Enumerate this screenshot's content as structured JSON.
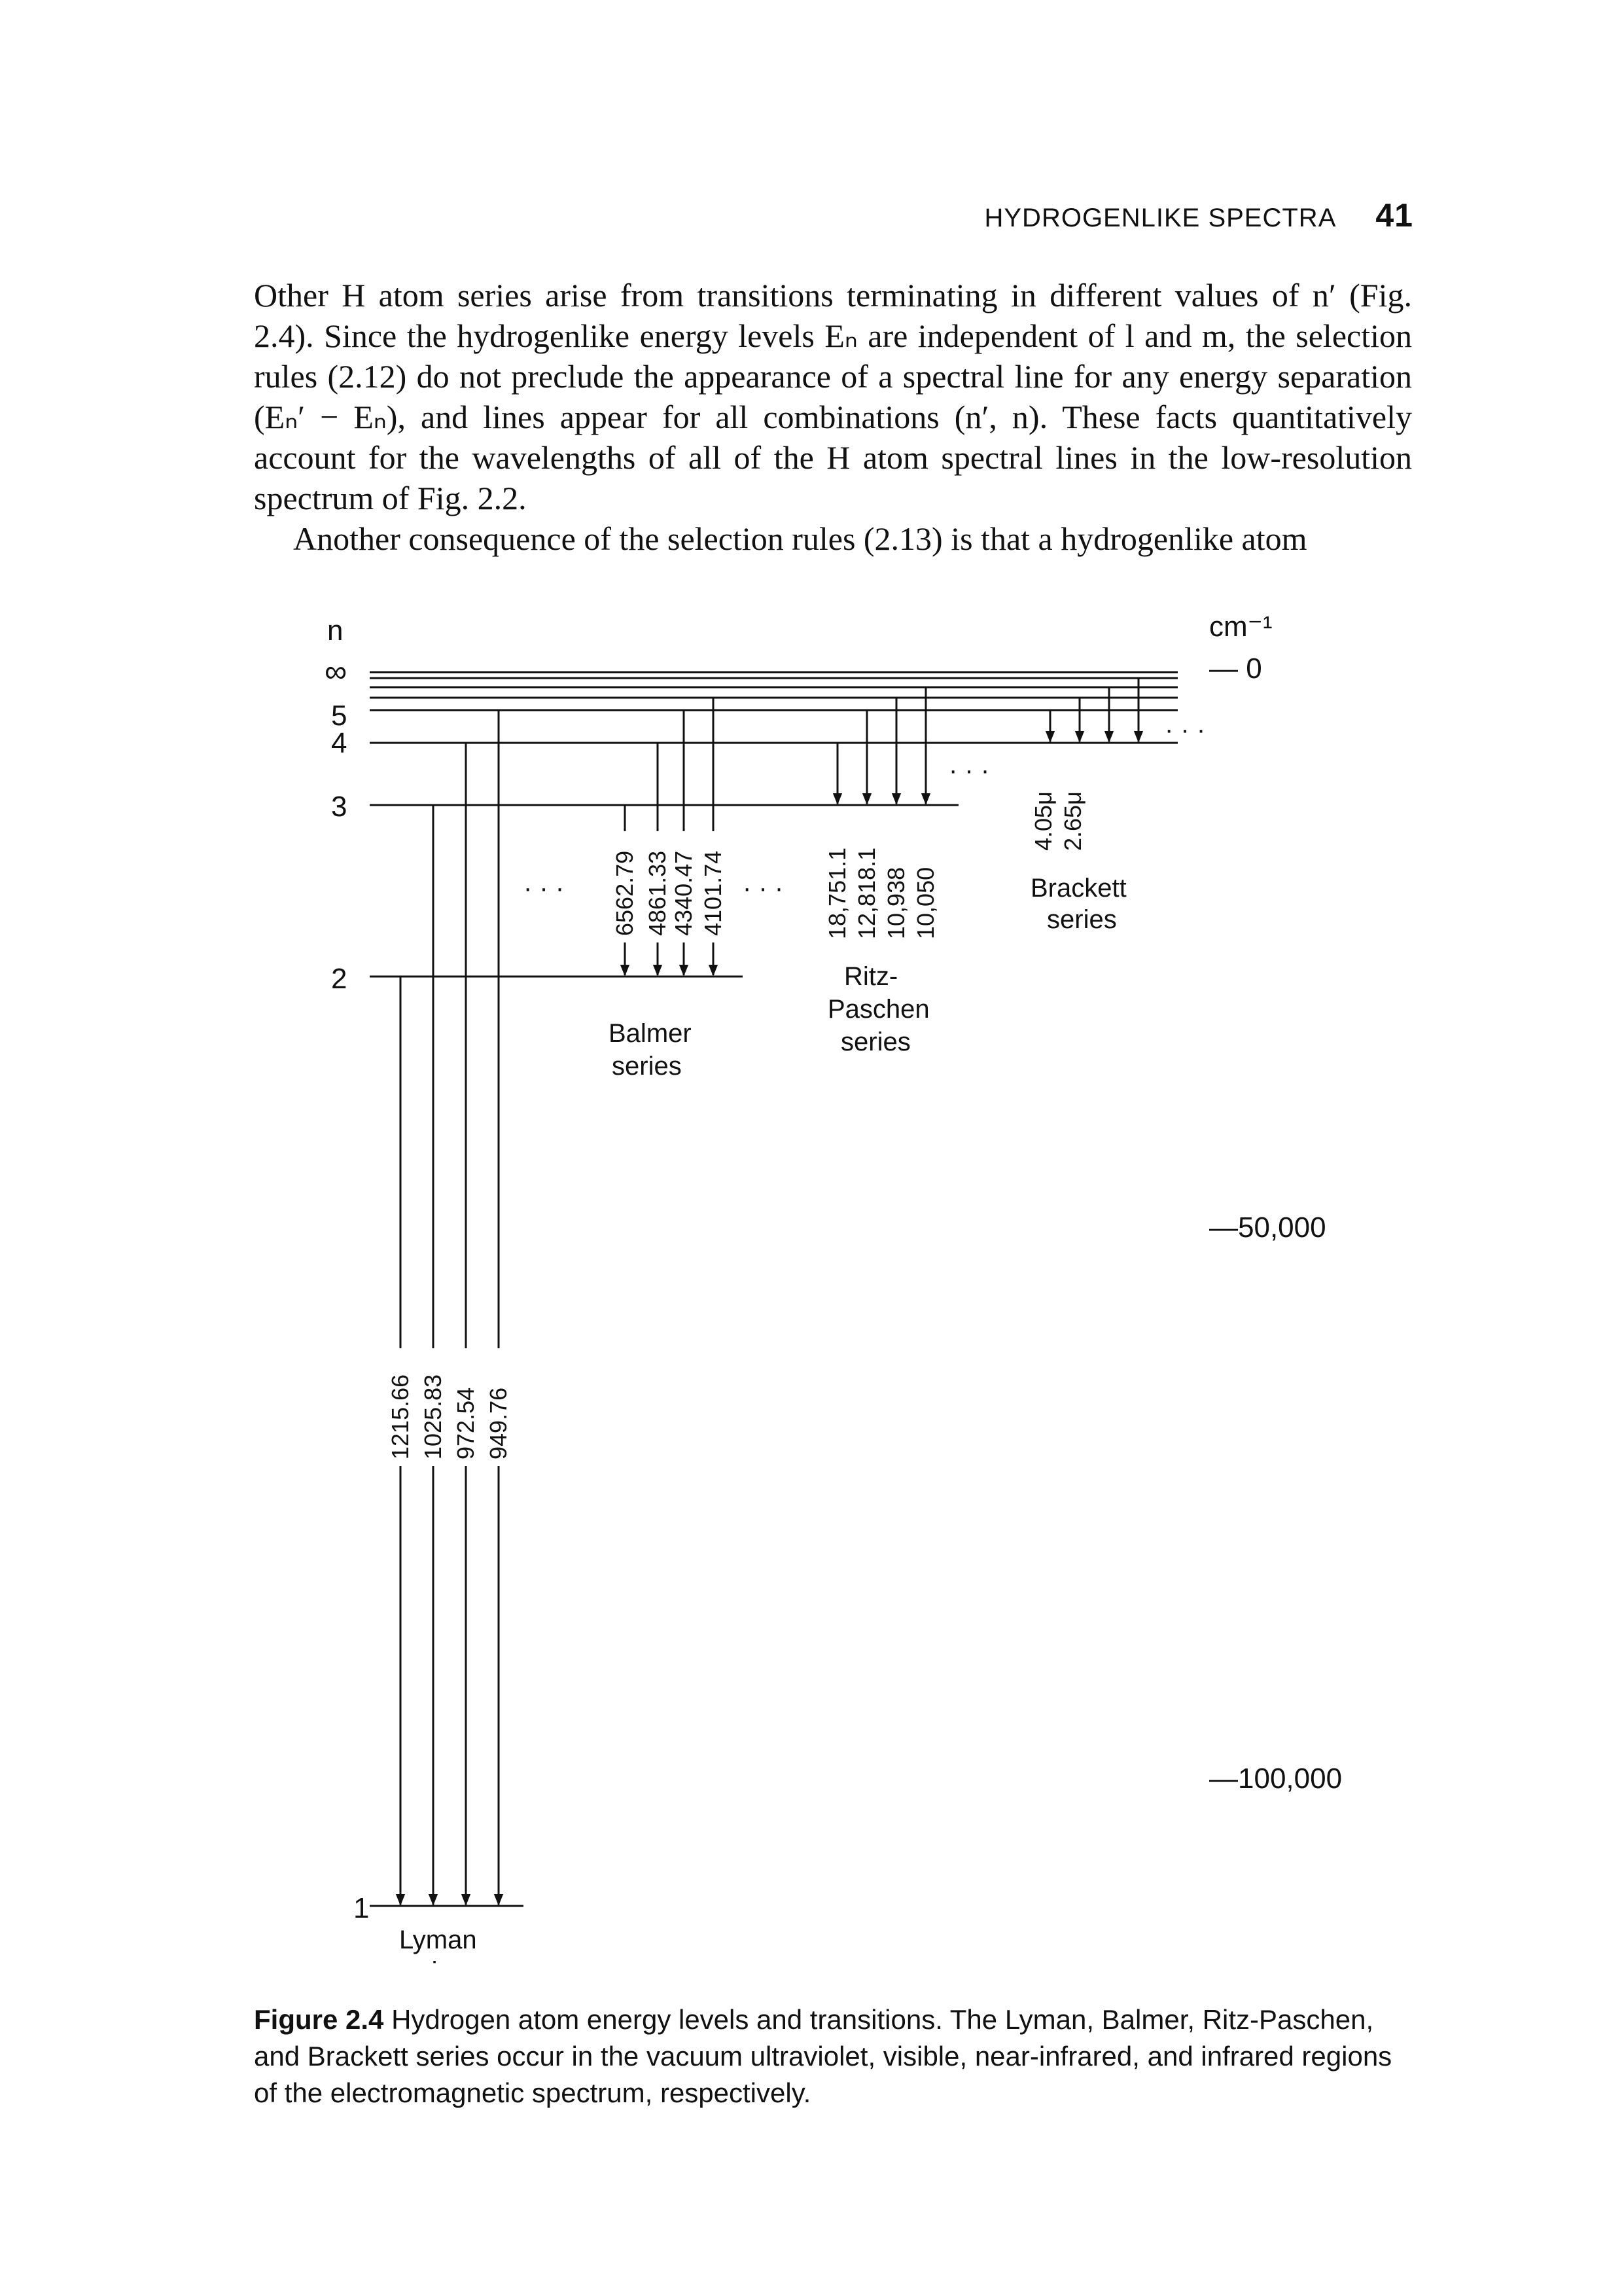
{
  "header": {
    "title": "HYDROGENLIKE SPECTRA",
    "page_number": "41"
  },
  "body": {
    "p1": "Other H atom series arise from transitions terminating in different values of n′ (Fig. 2.4). Since the hydrogenlike energy levels Eₙ are independent of l and m, the selection rules (2.12) do not preclude the appearance of a spectral line for any energy separation (Eₙ′ − Eₙ), and lines appear for all combinations (n′, n). These facts quantitatively account for the wavelengths of all of the H atom spectral lines in the low-resolution spectrum of Fig. 2.2.",
    "p2": "Another consequence of the selection rules (2.13) is that a hydrogenlike atom"
  },
  "diagram": {
    "n_label": "n",
    "unit_label": "cm⁻¹",
    "levels": [
      "∞",
      "5",
      "4",
      "3",
      "2",
      "1"
    ],
    "energy_ticks": [
      "— 0",
      "—50,000",
      "—100,000"
    ],
    "lyman": {
      "name_1": "Lyman",
      "name_2": "series",
      "lines": [
        "1215.66",
        "1025.83",
        "972.54",
        "949.76"
      ]
    },
    "balmer": {
      "name_1": "Balmer",
      "name_2": "series",
      "lines": [
        "6562.79",
        "4861.33",
        "4340.47",
        "4101.74"
      ]
    },
    "paschen": {
      "name_1": "Ritz-",
      "name_2": "Paschen",
      "name_3": "series",
      "lines": [
        "18,751.1",
        "12,818.1",
        "10,938",
        "10,050"
      ]
    },
    "brackett": {
      "name_1": "Brackett",
      "name_2": "series",
      "lines": [
        "4.05μ",
        "2.65μ"
      ]
    },
    "ellipsis": "· · ·"
  },
  "caption": {
    "label": "Figure 2.4",
    "text": "Hydrogen atom energy levels and transitions. The Lyman, Balmer, Ritz-Paschen, and Brackett series occur in the vacuum ultraviolet, visible, near-infrared, and infrared regions of the electromagnetic spectrum, respectively."
  }
}
